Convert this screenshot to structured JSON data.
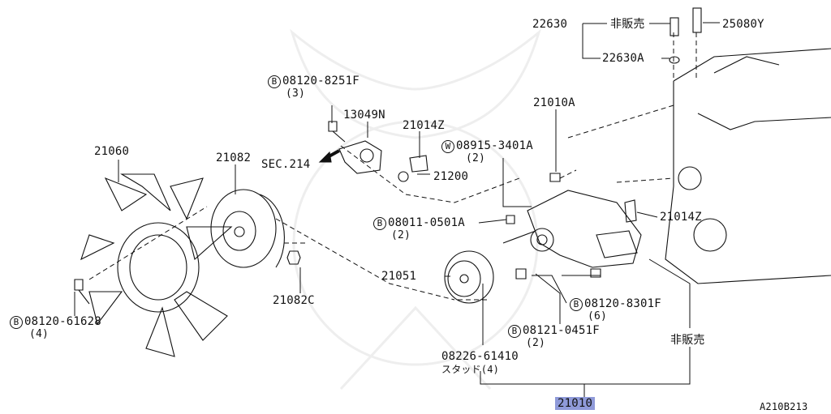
{
  "diagram_id": "A210B213",
  "main_part": "21010",
  "not_sold": "非販売",
  "labels": {
    "p22630": "22630",
    "p22630a": "22630A",
    "p25080y": "25080Y",
    "bolt_8251f": "08120-8251F",
    "bolt_8251f_qty": "(3)",
    "p13049n": "13049N",
    "p21014z_top": "21014Z",
    "washer_3401a": "08915-3401A",
    "washer_3401a_qty": "(2)",
    "p21010a": "21010A",
    "sec214": "SEC.214",
    "p21200": "21200",
    "p21060": "21060",
    "p21082": "21082",
    "bolt_0501a": "08011-0501A",
    "bolt_0501a_qty": "(2)",
    "p21014z_right": "21014Z",
    "p21051": "21051",
    "p21082c": "21082C",
    "bolt_61628": "08120-61628",
    "bolt_61628_qty": "(4)",
    "bolt_8301f": "08120-8301F",
    "bolt_8301f_qty": "(6)",
    "bolt_0451f": "08121-0451F",
    "bolt_0451f_qty": "(2)",
    "stud_61410": "08226-61410",
    "stud_61410_qty": "スタッド(4)",
    "bolt_mark": "B",
    "washer_mark": "W"
  }
}
